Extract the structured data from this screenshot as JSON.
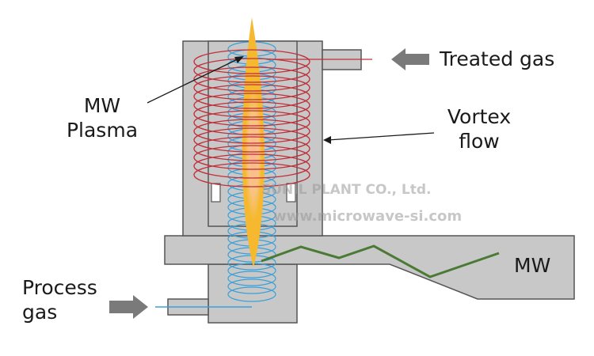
{
  "labels": {
    "mw_plasma_line1": "MW",
    "mw_plasma_line2": "Plasma",
    "treated_gas": "Treated gas",
    "vortex_line1": "Vortex",
    "vortex_line2": "flow",
    "mw": "MW",
    "process_line1": "Process",
    "process_line2": "gas"
  },
  "watermark": {
    "company": "SUNIL PLANT CO., Ltd.",
    "website": "www.microwave-si.com"
  },
  "colors": {
    "housing_fill": "#c8c8c8",
    "housing_stroke": "#555555",
    "vortex_coil": "#c0303a",
    "inlet_coil": "#3aa0d8",
    "plasma_outer": "#f5b82e",
    "plasma_inner": "#f9a9a0",
    "mw_wave": "#4a7a34",
    "arrow": "#7a7a7a"
  }
}
